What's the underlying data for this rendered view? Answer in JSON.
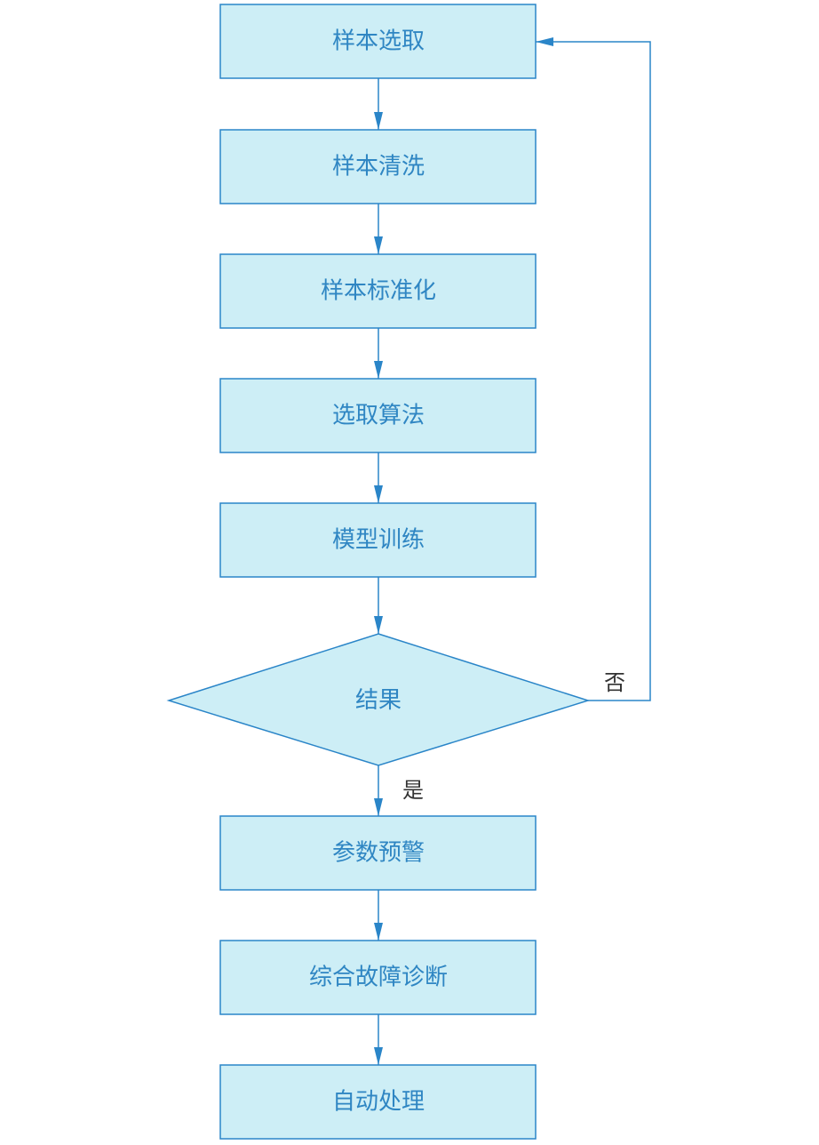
{
  "flowchart": {
    "steps": [
      "样本选取",
      "样本清洗",
      "样本标准化",
      "选取算法",
      "模型训练"
    ],
    "decision": "结果",
    "no_label": "否",
    "yes_label": "是",
    "post_steps": [
      "参数预警",
      "综合故障诊断",
      "自动处理"
    ]
  },
  "colors": {
    "box_fill": "#cdeef6",
    "stroke": "#2a85c8",
    "text": "#2f86c3",
    "label_text": "#333333"
  }
}
